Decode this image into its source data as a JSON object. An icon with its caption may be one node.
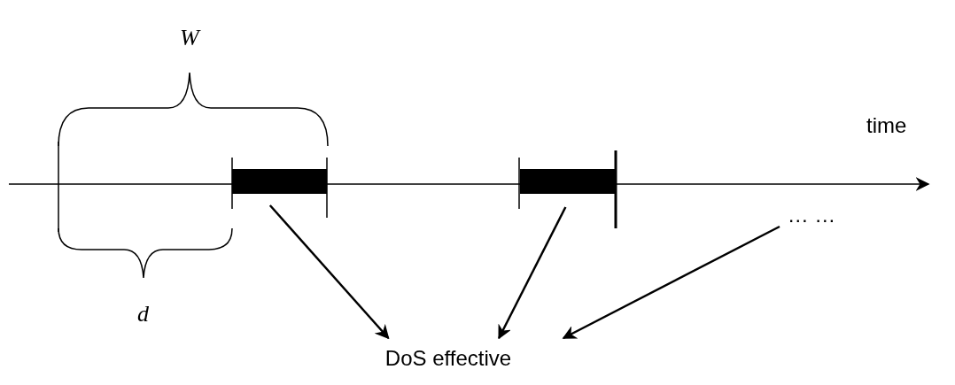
{
  "diagram": {
    "nodes": [
      {
        "text": [],
        "shape": "bar"
      },
      {
        "text": [],
        "shape": "bar"
      },
      {
        "text": [
          "… …"
        ]
      },
      {
        "text": [
          "DoS effective"
        ]
      }
    ],
    "edges": [
      {
        "from": 0,
        "to": 3,
        "arrow": "to"
      },
      {
        "from": 1,
        "to": 3,
        "arrow": "to"
      },
      {
        "from": 2,
        "to": 3,
        "arrow": "to"
      }
    ],
    "labels": [
      "W",
      "time",
      "d"
    ]
  }
}
